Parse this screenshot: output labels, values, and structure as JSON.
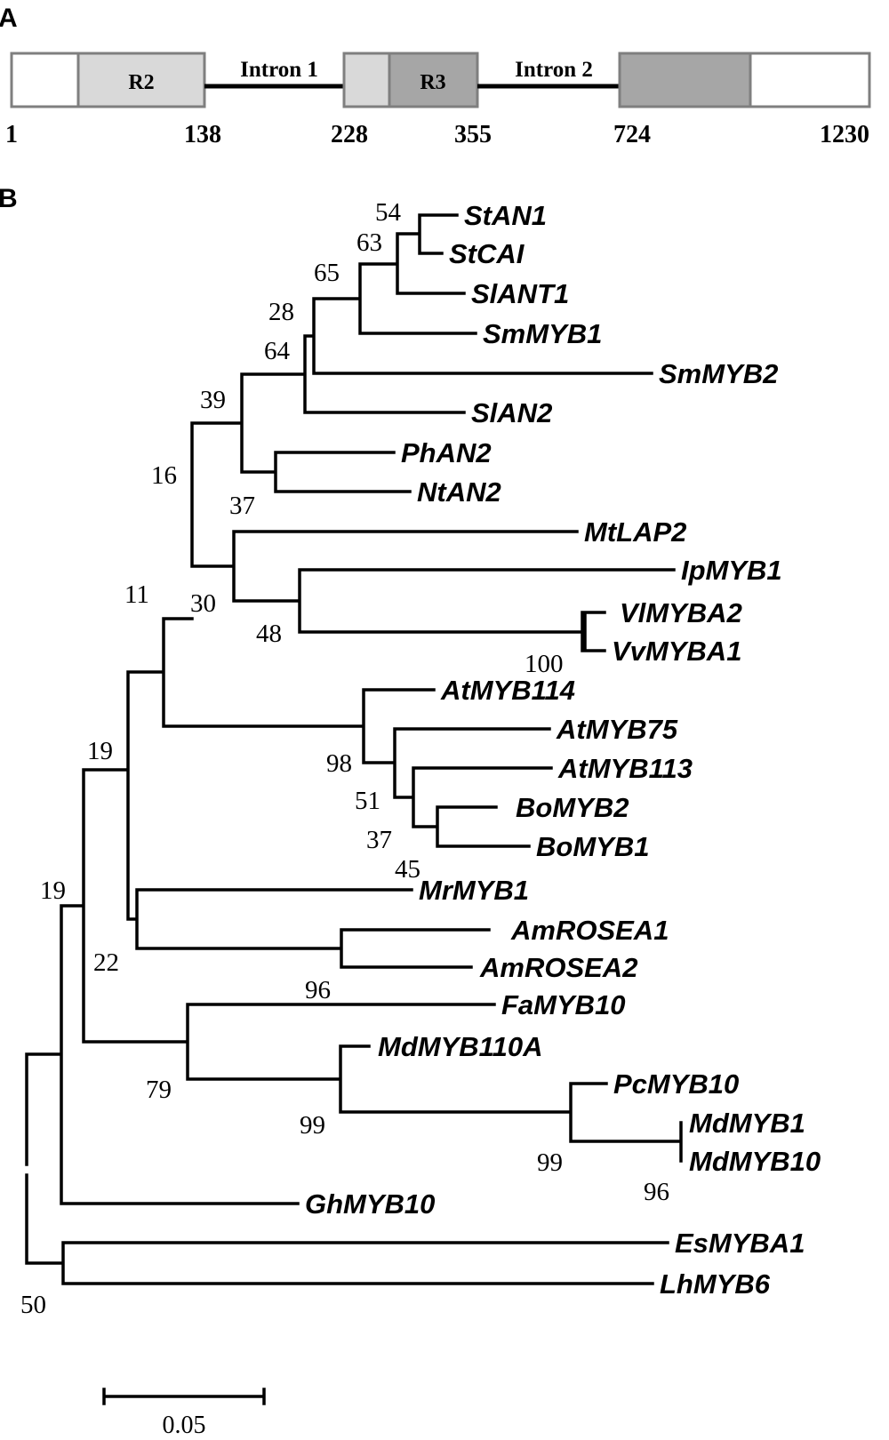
{
  "panel_a": {
    "letter": "A",
    "regions": [
      {
        "id": "exon1-left",
        "label": "",
        "fill": "#ffffff"
      },
      {
        "id": "r2",
        "label": "R2",
        "fill": "#d9d9d9"
      },
      {
        "id": "exon2-left",
        "label": "",
        "fill": "#d9d9d9"
      },
      {
        "id": "r3",
        "label": "R3",
        "fill": "#a6a6a6"
      },
      {
        "id": "exon3-dark",
        "label": "",
        "fill": "#a6a6a6"
      },
      {
        "id": "exon3-right",
        "label": "",
        "fill": "#ffffff"
      }
    ],
    "introns": [
      {
        "label": "Intron 1"
      },
      {
        "label": "Intron 2"
      }
    ],
    "positions": [
      "1",
      "138",
      "228",
      "355",
      "724",
      "1230"
    ]
  },
  "panel_b": {
    "letter": "B",
    "taxa": [
      "StAN1",
      "StCAI",
      "SlANT1",
      "SmMYB1",
      "SmMYB2",
      "SlAN2",
      "PhAN2",
      "NtAN2",
      "MtLAP2",
      "IpMYB1",
      "VlMYBA2",
      "VvMYBA1",
      "AtMYB114",
      "AtMYB75",
      "AtMYB113",
      "BoMYB2",
      "BoMYB1",
      "MrMYB1",
      "AmROSEA1",
      "AmROSEA2",
      "FaMYB10",
      "MdMYB110A",
      "PcMYB10",
      "MdMYB1",
      "MdMYB10",
      "GhMYB10",
      "EsMYBA1",
      "LhMYB6"
    ],
    "bootstrap": [
      "54",
      "63",
      "65",
      "28",
      "64",
      "39",
      "16",
      "37",
      "30",
      "48",
      "100",
      "11",
      "98",
      "51",
      "37",
      "45",
      "19",
      "19",
      "22",
      "96",
      "79",
      "99",
      "99",
      "96",
      "50"
    ],
    "scale_bar": {
      "value": 0.05,
      "label": "0.05"
    }
  }
}
